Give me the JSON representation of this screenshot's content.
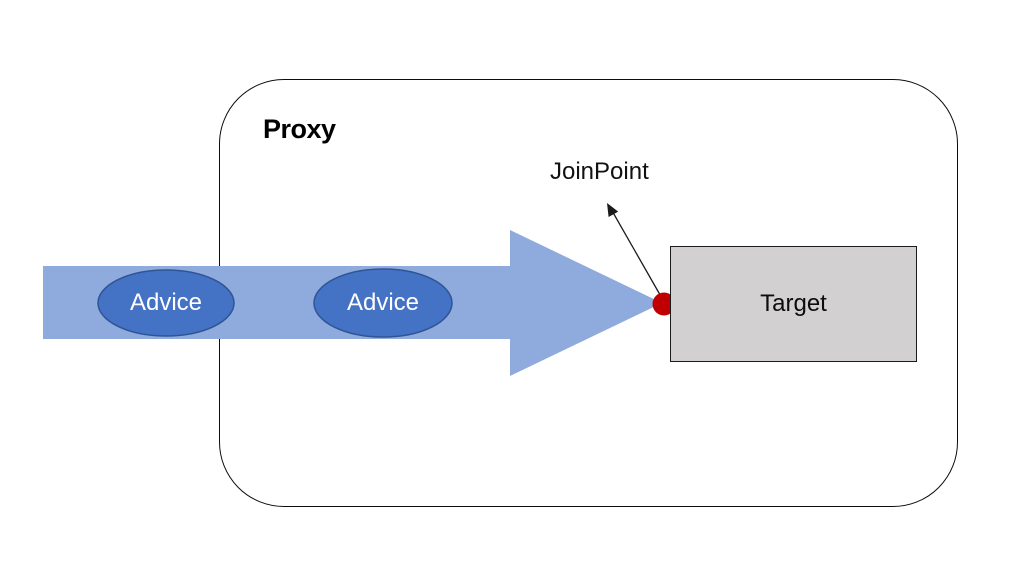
{
  "diagram": {
    "proxy_label": "Proxy",
    "joinpoint_label": "JoinPoint",
    "target_label": "Target",
    "advice_labels": [
      "Advice",
      "Advice"
    ],
    "colors": {
      "flow_arrow_fill": "#8FAADC",
      "advice_fill": "#4472C4",
      "advice_border": "#2F5597",
      "joinpoint_dot": "#C00000",
      "pointer_line": "#1a1a1a",
      "target_fill": "#D2D0D0",
      "target_border": "#1a1a1a",
      "container_border": "#0d0d0d"
    }
  }
}
